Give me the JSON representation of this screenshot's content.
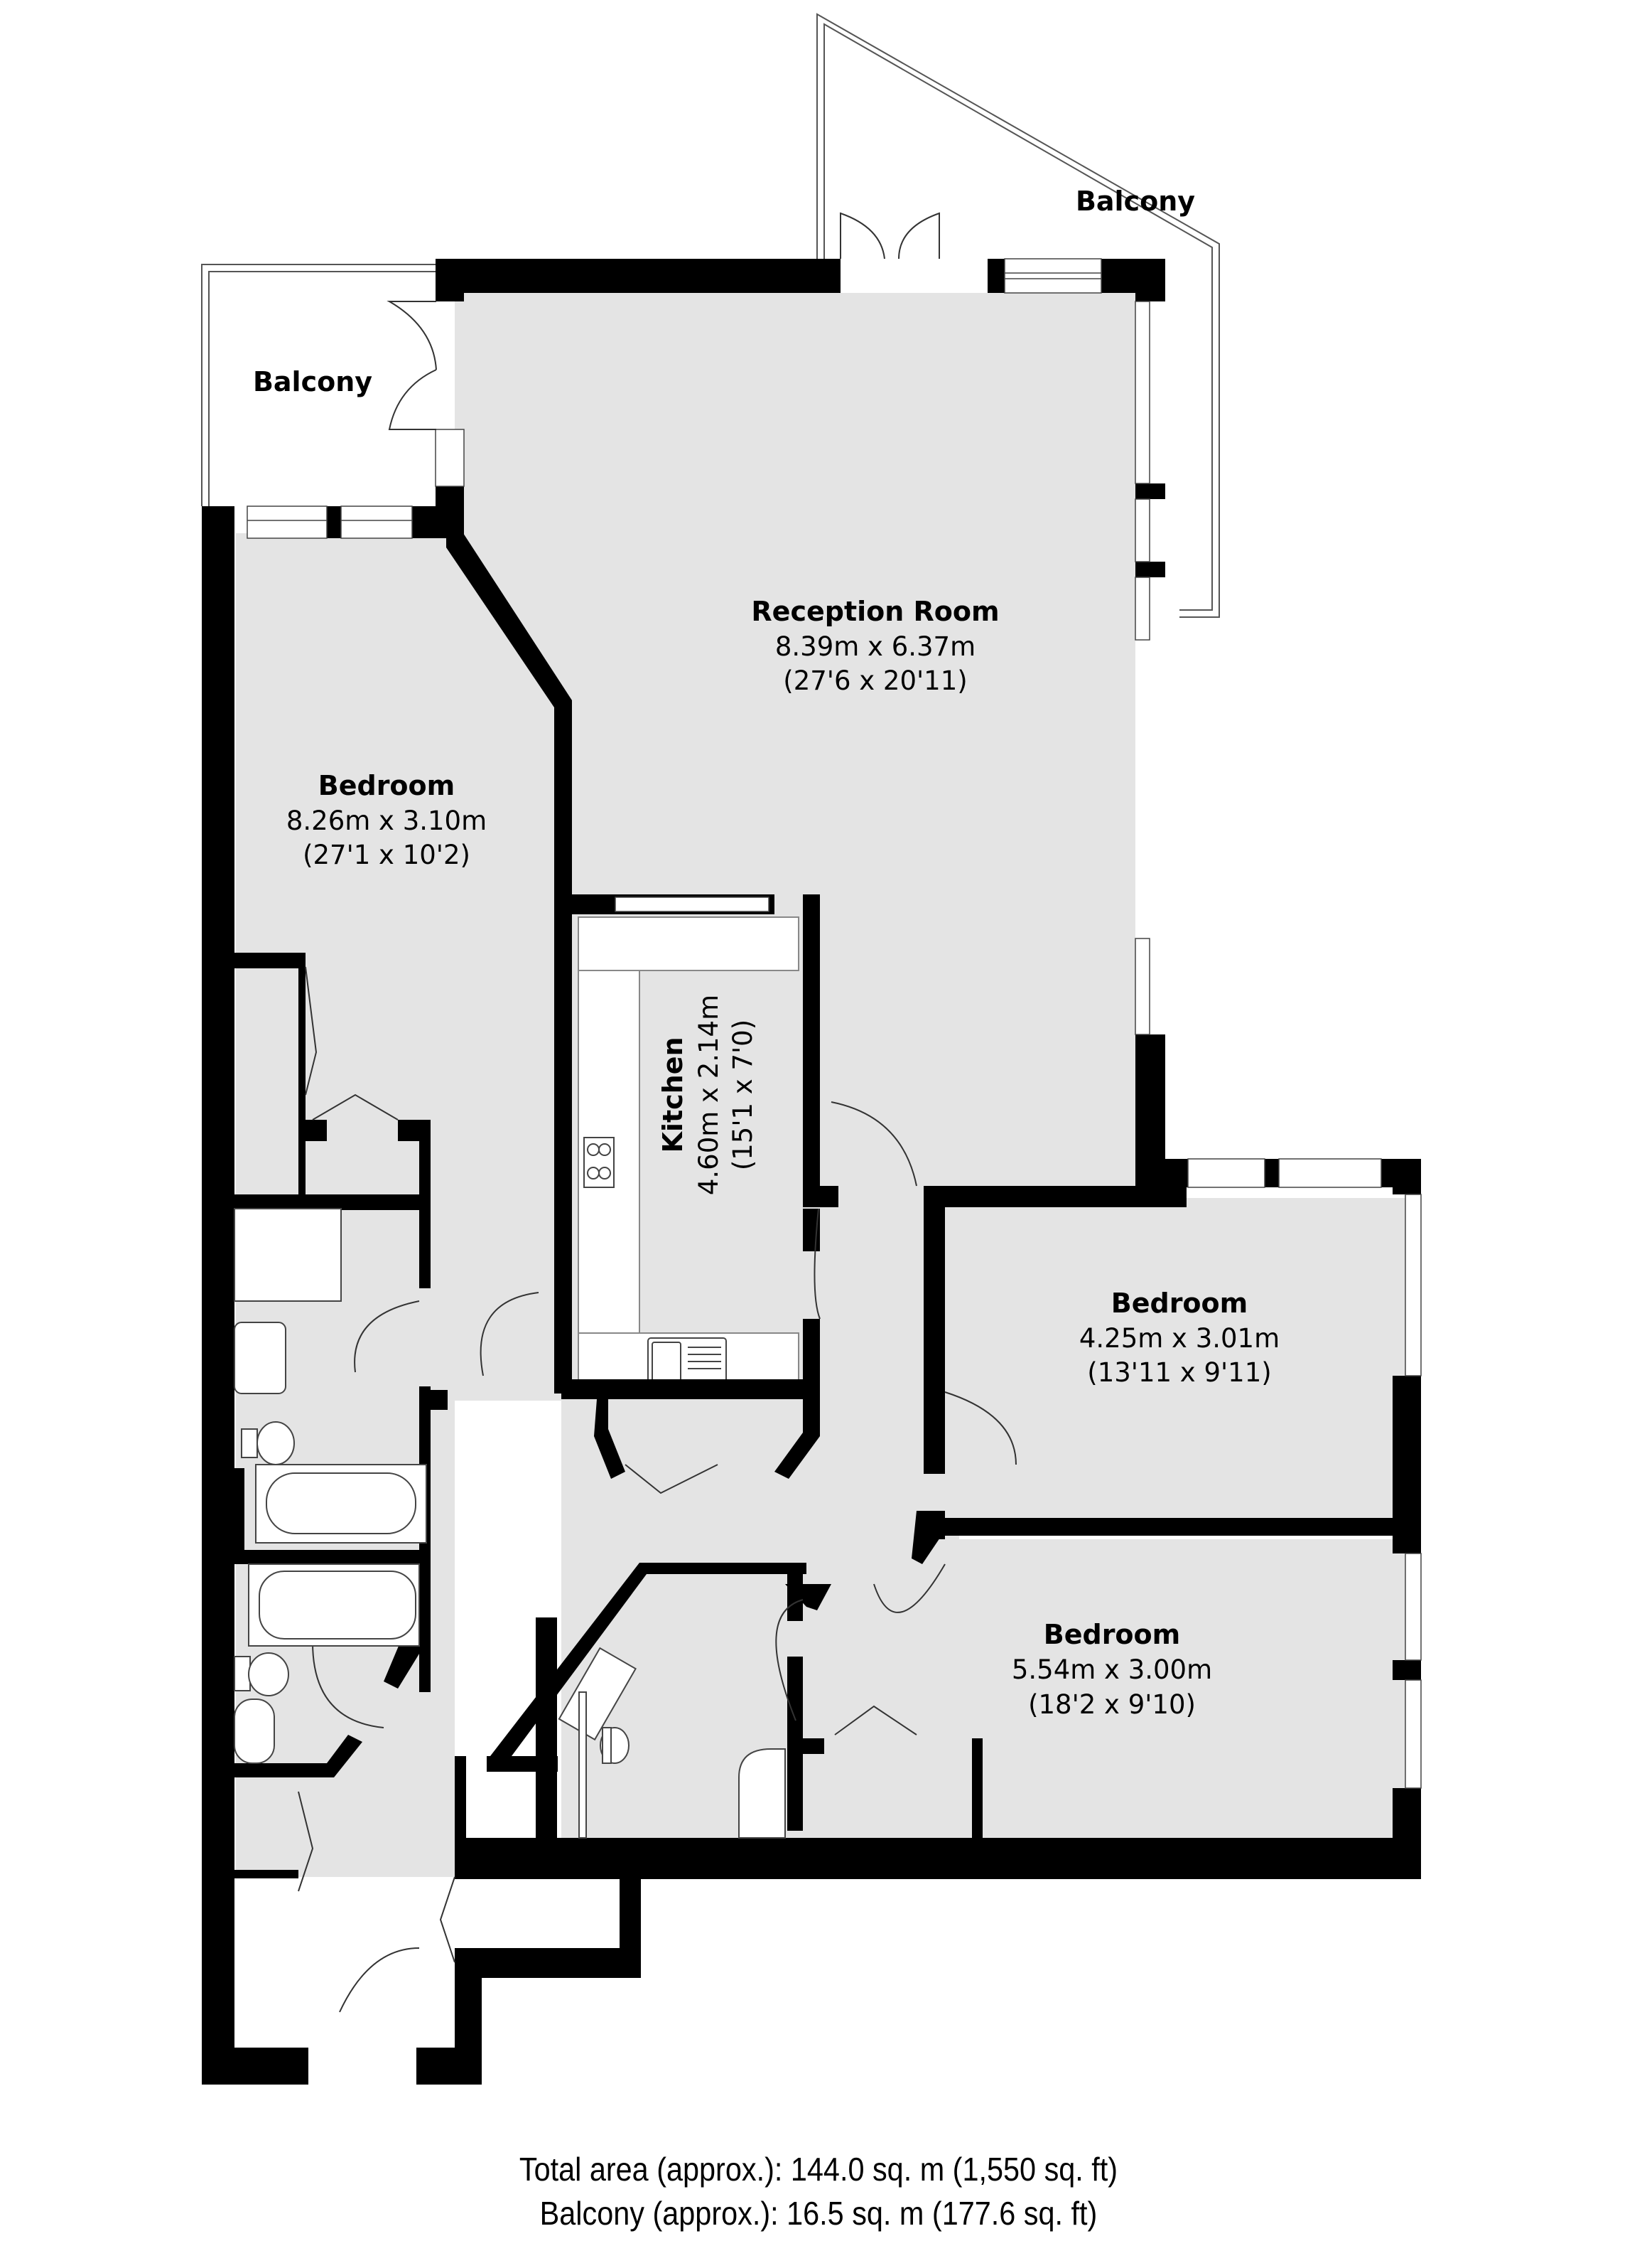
{
  "colors": {
    "floor": "#e4e4e4",
    "wall": "#000000",
    "background": "#ffffff",
    "fixture_fill": "#ffffff"
  },
  "rooms": {
    "reception": {
      "name": "Reception Room",
      "dim_metric": "8.39m x 6.37m",
      "dim_imperial": "(27'6 x 20'11)"
    },
    "bedroom1": {
      "name": "Bedroom",
      "dim_metric": "8.26m x 3.10m",
      "dim_imperial": "(27'1 x 10'2)"
    },
    "kitchen": {
      "name": "Kitchen",
      "dim_metric": "4.60m x 2.14m",
      "dim_imperial": "(15'1 x 7'0)"
    },
    "bedroom2": {
      "name": "Bedroom",
      "dim_metric": "4.25m x 3.01m",
      "dim_imperial": "(13'11 x 9'11)"
    },
    "bedroom3": {
      "name": "Bedroom",
      "dim_metric": "5.54m x 3.00m",
      "dim_imperial": "(18'2 x 9'10)"
    },
    "balcony_left": {
      "name": "Balcony"
    },
    "balcony_right": {
      "name": "Balcony"
    }
  },
  "footer": {
    "total_area": "Total area (approx.): 144.0 sq. m (1,550 sq. ft)",
    "balcony_area": "Balcony (approx.): 16.5 sq. m (177.6 sq. ft)"
  }
}
